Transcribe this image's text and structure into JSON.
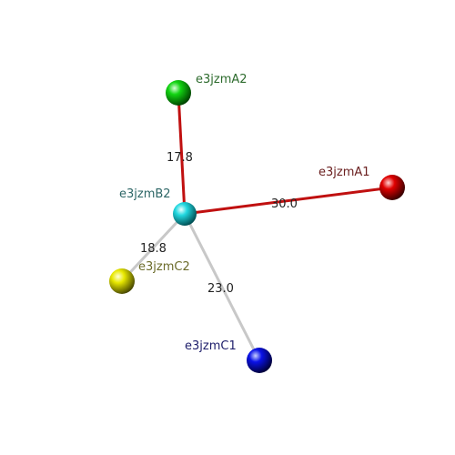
{
  "nodes": {
    "A2": {
      "label": "e3jzmA2",
      "color": "#12d412",
      "label_color": "#2d6b2d"
    },
    "A1": {
      "label": "e3jzmA1",
      "color": "#e00000",
      "label_color": "#6b2020"
    },
    "B2": {
      "label": "e3jzmB2",
      "color": "#22d8e0",
      "label_color": "#2d6666"
    },
    "C2": {
      "label": "e3jzmC2",
      "color": "#e8e800",
      "label_color": "#6b6b2a"
    },
    "C1": {
      "label": "e3jzmC1",
      "color": "#0a12e8",
      "label_color": "#1e1e6b"
    }
  },
  "edges": {
    "B2_A2": {
      "value": "17.8",
      "color": "#c01010"
    },
    "B2_A1": {
      "value": "30.0",
      "color": "#c01010"
    },
    "B2_C2": {
      "value": "18.8",
      "color": "#c8c8c8"
    },
    "B2_C1": {
      "value": "23.0",
      "color": "#c8c8c8"
    }
  }
}
